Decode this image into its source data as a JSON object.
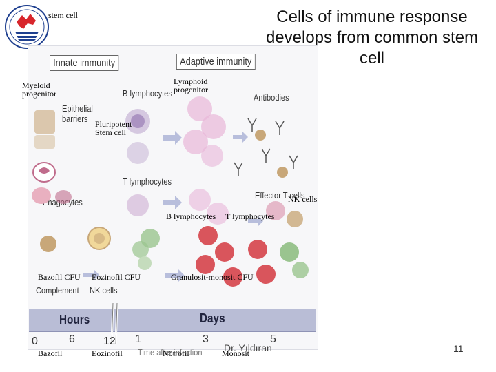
{
  "slide": {
    "title": "Cells of immune response develops from common stem cell",
    "author": "Dr. Yıldıran",
    "page_number": "11"
  },
  "labels": {
    "stem_cell": "stem cell",
    "myeloid_progenitor_line1": "Myeloid",
    "myeloid_progenitor_line2": "progenitor",
    "lymphoid_progenitor_line1": "Lymphoid",
    "lymphoid_progenitor_line2": "progenitor",
    "pluripotent_line1": "Pluripotent",
    "pluripotent_line2": "Stem cell",
    "nk_cells": "NK cells",
    "b_lymphocytes": "B lymphocytes",
    "t_lymphocytes": "T lymphocytes",
    "bazofil_cfu": "Bazofil CFU",
    "eozinofil_cfu": "Eozinofil CFU",
    "granulosit_monosit_cfu": "Granulosit-monosit CFU",
    "bazofil": "Bazofil",
    "eozinofil": "Eozinofil",
    "notrofil": "Nötrofil",
    "monosit": "Monosit"
  },
  "figure": {
    "innate_heading": "Innate immunity",
    "adaptive_heading": "Adaptive immunity",
    "b_lymphocytes": "B lymphocytes",
    "antibodies": "Antibodies",
    "epithelial_line1": "Epithelial",
    "epithelial_line2": "barriers",
    "t_lymphocytes": "T lymphocytes",
    "effector_t_cells": "Effector T cells",
    "phagocytes": "Phagocytes",
    "complement": "Complement",
    "nk_cells": "NK cells",
    "hours": "Hours",
    "days": "Days",
    "ticks": [
      "0",
      "6",
      "12",
      "1",
      "3",
      "5"
    ],
    "time_caption": "Time after infection"
  },
  "colors": {
    "logo_red": "#d8262c",
    "logo_blue": "#1e3f8f",
    "time_bar": "#b9bdd6",
    "cell_red": "#d9555c",
    "cell_purple": "#b49ac8",
    "cell_green": "#9ac48f",
    "cell_tan": "#c8a779"
  }
}
